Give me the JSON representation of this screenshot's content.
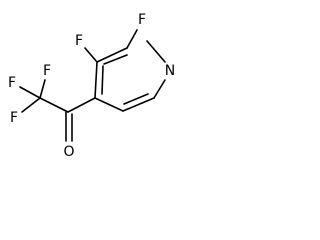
{
  "molecule": {
    "atoms": {
      "n1": "N",
      "f_ring_2": "F",
      "f_ring_3": "F",
      "f_cf3_a": "F",
      "f_cf3_b": "F",
      "f_cf3_c": "F",
      "o_carbonyl": "O"
    },
    "colors": {
      "bond": "#000000",
      "label": "#000000",
      "background": "#ffffff"
    }
  }
}
